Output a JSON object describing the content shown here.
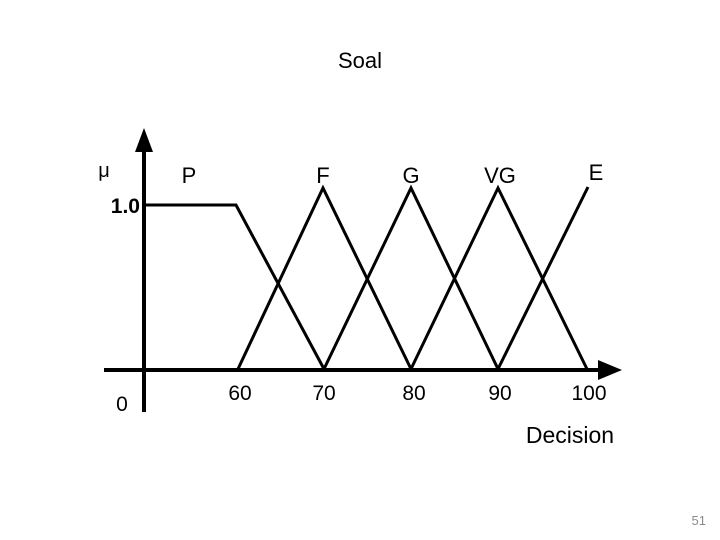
{
  "slide": {
    "title": "Soal",
    "page_number": "51",
    "background_color": "#ffffff",
    "ink_color": "#000000",
    "page_number_color": "#8a8a8a"
  },
  "chart_data": {
    "type": "line",
    "title": "Soal",
    "xlabel": "Decision",
    "ylabel": "μ",
    "y_axis_top_label": "1.0",
    "y_axis_bottom_label": "0",
    "xlim": [
      50,
      105
    ],
    "ylim": [
      0,
      1
    ],
    "grid": false,
    "legend": "inline-above-peaks",
    "x": [
      60,
      70,
      80,
      90,
      100
    ],
    "tick_labels": [
      "60",
      "70",
      "80",
      "90",
      "100"
    ],
    "series": [
      {
        "name": "P",
        "label": "P",
        "shape": "trapezoid",
        "points": [
          [
            50,
            1
          ],
          [
            60,
            1
          ],
          [
            70,
            0
          ]
        ],
        "label_x": 55,
        "peak_x": 55
      },
      {
        "name": "F",
        "label": "F",
        "shape": "triangle",
        "points": [
          [
            60,
            0
          ],
          [
            70,
            1
          ],
          [
            80,
            0
          ]
        ],
        "label_x": 70,
        "peak_x": 70
      },
      {
        "name": "G",
        "label": "G",
        "shape": "triangle",
        "points": [
          [
            70,
            0
          ],
          [
            80,
            1
          ],
          [
            90,
            0
          ]
        ],
        "label_x": 80,
        "peak_x": 80
      },
      {
        "name": "VG",
        "label": "VG",
        "shape": "triangle",
        "points": [
          [
            80,
            0
          ],
          [
            90,
            1
          ],
          [
            100,
            0
          ]
        ],
        "label_x": 90,
        "peak_x": 90
      },
      {
        "name": "E",
        "label": "E",
        "shape": "ramp",
        "points": [
          [
            90,
            0
          ],
          [
            100,
            1
          ]
        ],
        "label_x": 100,
        "peak_x": 100
      }
    ]
  }
}
